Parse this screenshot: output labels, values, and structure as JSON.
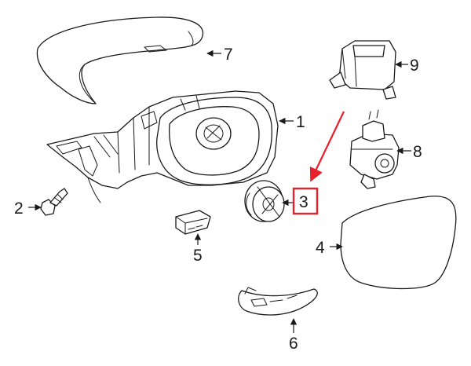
{
  "callouts": {
    "c1": "1",
    "c2": "2",
    "c3": "3",
    "c4": "4",
    "c5": "5",
    "c6": "6",
    "c7": "7",
    "c8": "8",
    "c9": "9"
  },
  "highlight_color": "#e8202a",
  "highlighted_part": "3"
}
